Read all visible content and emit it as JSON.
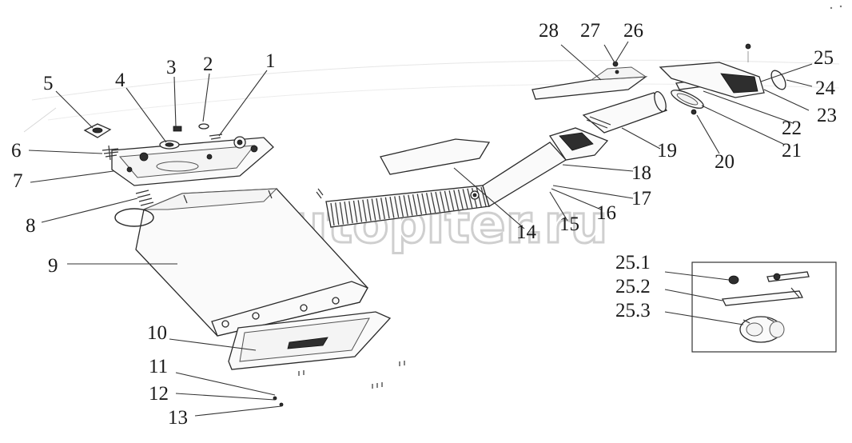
{
  "watermark": {
    "text": "autopiter.ru"
  },
  "callouts": [
    {
      "id": "1",
      "label": "1"
    },
    {
      "id": "2",
      "label": "2"
    },
    {
      "id": "3",
      "label": "3"
    },
    {
      "id": "4",
      "label": "4"
    },
    {
      "id": "5",
      "label": "5"
    },
    {
      "id": "6",
      "label": "6"
    },
    {
      "id": "7",
      "label": "7"
    },
    {
      "id": "8",
      "label": "8"
    },
    {
      "id": "9",
      "label": "9"
    },
    {
      "id": "10",
      "label": "10"
    },
    {
      "id": "11",
      "label": "11"
    },
    {
      "id": "12",
      "label": "12"
    },
    {
      "id": "13",
      "label": "13"
    },
    {
      "id": "14",
      "label": "14"
    },
    {
      "id": "15",
      "label": "15"
    },
    {
      "id": "16",
      "label": "16"
    },
    {
      "id": "17",
      "label": "17"
    },
    {
      "id": "18",
      "label": "18"
    },
    {
      "id": "19",
      "label": "19"
    },
    {
      "id": "20",
      "label": "20"
    },
    {
      "id": "21",
      "label": "21"
    },
    {
      "id": "22",
      "label": "22"
    },
    {
      "id": "23",
      "label": "23"
    },
    {
      "id": "24",
      "label": "24"
    },
    {
      "id": "25",
      "label": "25"
    },
    {
      "id": "25_1",
      "label": "25.1"
    },
    {
      "id": "25_2",
      "label": "25.2"
    },
    {
      "id": "25_3",
      "label": "25.3"
    },
    {
      "id": "26",
      "label": "26"
    },
    {
      "id": "27",
      "label": "27"
    },
    {
      "id": "28",
      "label": "28"
    }
  ]
}
